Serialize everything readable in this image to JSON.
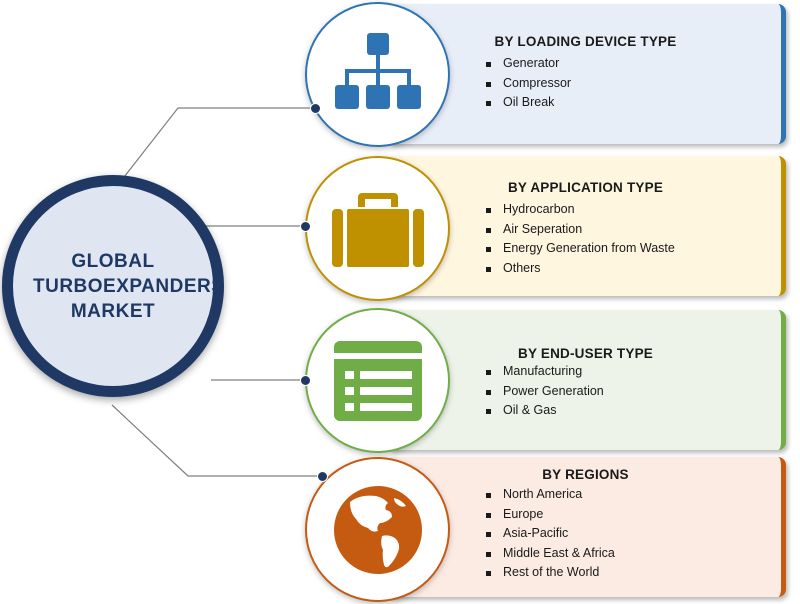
{
  "hub": {
    "title": "GLOBAL TURBOEXPANDERS MARKET"
  },
  "segments": [
    {
      "title": "BY LOADING DEVICE TYPE",
      "items": [
        "Generator",
        "Compressor",
        "Oil Break"
      ],
      "icon": "hierarchy-icon",
      "accent": "#2e74b5",
      "card_bg": "#e8eef8"
    },
    {
      "title": "BY APPLICATION TYPE",
      "items": [
        "Hydrocarbon",
        "Air Seperation",
        "Energy Generation from Waste",
        "Others"
      ],
      "icon": "briefcase-icon",
      "accent": "#bf9000",
      "card_bg": "#fff6e0"
    },
    {
      "title": "BY END-USER  TYPE",
      "items": [
        "Manufacturing",
        "Power Generation",
        "Oil & Gas"
      ],
      "icon": "list-form-icon",
      "accent": "#70ad47",
      "card_bg": "#edf3e8"
    },
    {
      "title": "BY REGIONS",
      "items": [
        "North America",
        "Europe",
        "Asia-Pacific",
        "Middle East & Africa",
        "Rest of the World"
      ],
      "icon": "globe-americas-icon",
      "accent": "#c55a11",
      "card_bg": "#fcebe2"
    }
  ]
}
